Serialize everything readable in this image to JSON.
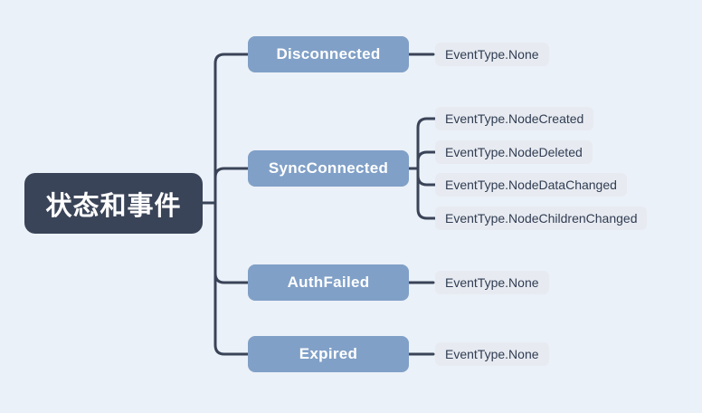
{
  "colors": {
    "background": "#ebf1f8",
    "root-fill": "#3a4458",
    "root-text": "#ffffff",
    "branch-fill": "#80a0c7",
    "branch-text": "#ffffff",
    "leaf-fill": "#e7ebf1",
    "leaf-text": "#303c52",
    "line": "#3a4458"
  },
  "tree": {
    "root": {
      "label": "状态和事件"
    },
    "children": [
      {
        "label": "Disconnected",
        "leaves": [
          "EventType.None"
        ]
      },
      {
        "label": "SyncConnected",
        "leaves": [
          "EventType.NodeCreated",
          "EventType.NodeDeleted",
          "EventType.NodeDataChanged",
          "EventType.NodeChildrenChanged"
        ]
      },
      {
        "label": "AuthFailed",
        "leaves": [
          "EventType.None"
        ]
      },
      {
        "label": "Expired",
        "leaves": [
          "EventType.None"
        ]
      }
    ]
  }
}
